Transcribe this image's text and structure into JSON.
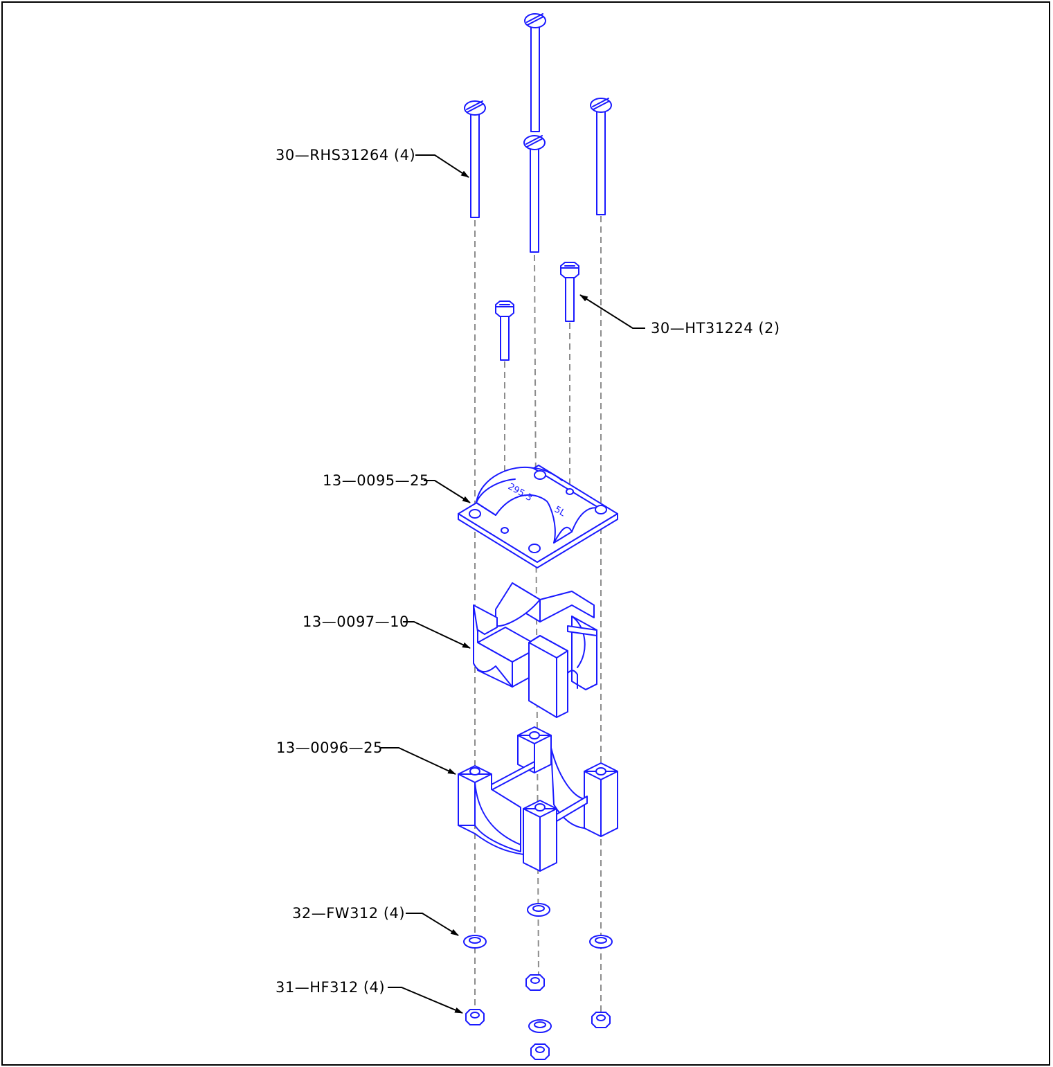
{
  "callouts": {
    "long_screws": "30—RHS31264 (4)",
    "hex_bolts": "30—HT31224 (2)",
    "top_cap": "13—0095—25",
    "insert": "13—0097—10",
    "base_block": "13—0096—25",
    "flat_washers": "32—FW312 (4)",
    "hex_nuts": "31—HF312 (4)"
  },
  "part_markings": {
    "cap_number": "295-3",
    "cap_code": "5L"
  },
  "colors": {
    "part_stroke": "#1a1aff",
    "centerline": "#8c8c8c",
    "leader": "#000000"
  }
}
